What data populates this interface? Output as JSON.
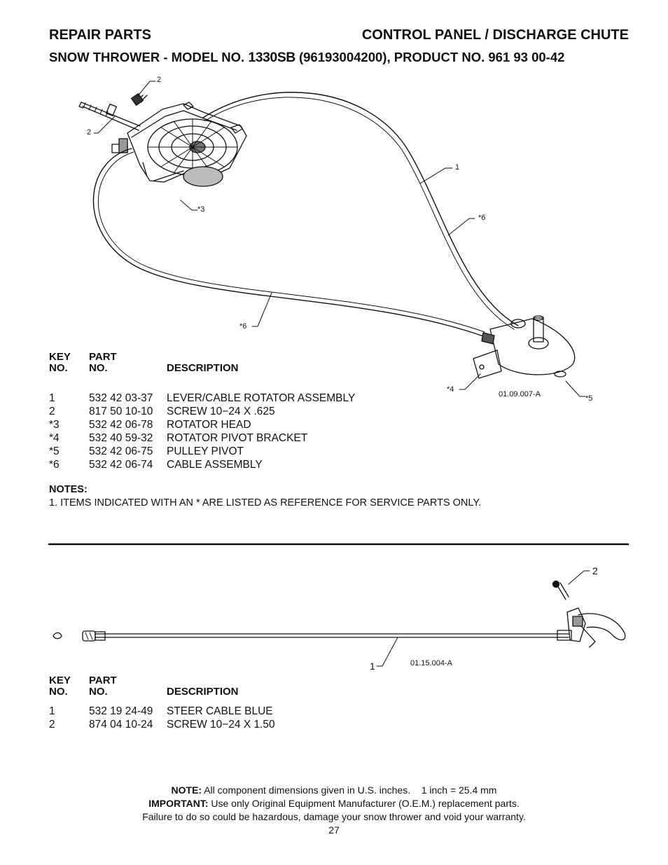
{
  "header": {
    "left": "REPAIR PARTS",
    "right": "CONTROL PANEL / DISCHARGE CHUTE",
    "sub_prefix": "SNOW THROWER - MODEL NO.",
    "sub_model": "1330SB",
    "sub_suffix": "(96193004200), PRODUCT NO. 961 93 00-42"
  },
  "diagram1": {
    "callouts": [
      "2",
      "2",
      "1",
      "*6",
      "*3",
      "*6",
      "*4",
      "*5"
    ],
    "ref": "01.09.007-A"
  },
  "table1": {
    "head_key": [
      "KEY",
      "NO."
    ],
    "head_part": [
      "PART",
      "NO."
    ],
    "head_desc": "DESCRIPTION",
    "rows": [
      {
        "key": "1",
        "part": "532 42 03-37",
        "desc": "LEVER/CABLE ROTATOR ASSEMBLY"
      },
      {
        "key": "2",
        "part": "817 50 10-10",
        "desc": "SCREW 10−24 X .625"
      },
      {
        "key": "*3",
        "part": "532 42 06-78",
        "desc": "ROTATOR HEAD"
      },
      {
        "key": "*4",
        "part": "532 40 59-32",
        "desc": "ROTATOR PIVOT BRACKET"
      },
      {
        "key": "*5",
        "part": "532 42 06-75",
        "desc": "PULLEY PIVOT"
      },
      {
        "key": "*6",
        "part": "532 42 06-74",
        "desc": "CABLE ASSEMBLY"
      }
    ]
  },
  "notes": {
    "title": "NOTES:",
    "text": "1. ITEMS INDICATED WITH AN * ARE LISTED AS REFERENCE FOR SERVICE PARTS ONLY."
  },
  "diagram2": {
    "callouts": [
      "2",
      "1"
    ],
    "ref": "01.15.004-A"
  },
  "table2": {
    "head_key": [
      "KEY",
      "NO."
    ],
    "head_part": [
      "PART",
      "NO."
    ],
    "head_desc": "DESCRIPTION",
    "rows": [
      {
        "key": "1",
        "part": "532 19 24-49",
        "desc": "STEER CABLE BLUE"
      },
      {
        "key": "2",
        "part": "874 04 10-24",
        "desc": "SCREW 10−24 X 1.50"
      }
    ]
  },
  "footer": {
    "note_label": "NOTE:",
    "note_text": "All component dimensions given in U.S. inches.    1 inch = 25.4 mm",
    "important_label": "IMPORTANT:",
    "important_text": "Use only Original Equipment Manufacturer (O.E.M.) replacement parts.",
    "warning": "Failure to do so could be hazardous, damage your snow thrower and void your warranty.",
    "page": "27"
  }
}
